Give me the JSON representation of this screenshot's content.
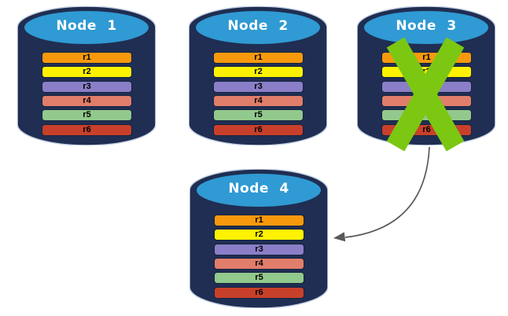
{
  "diagram": {
    "nodes": [
      {
        "label": "Node 1",
        "status": "active"
      },
      {
        "label": "Node 2",
        "status": "active"
      },
      {
        "label": "Node 3",
        "status": "failed"
      },
      {
        "label": "Node 4",
        "status": "active"
      }
    ],
    "records": [
      {
        "label": "r1",
        "color": "#F8990D"
      },
      {
        "label": "r2",
        "color": "#FEF200"
      },
      {
        "label": "r3",
        "color": "#8B7EC8"
      },
      {
        "label": "r4",
        "color": "#E07D6B"
      },
      {
        "label": "r5",
        "color": "#92C98C"
      },
      {
        "label": "r6",
        "color": "#C8402B"
      }
    ],
    "arrow": {
      "from": "Node 3",
      "to": "Node 4"
    },
    "colors": {
      "cylinder_body": "#1F2E52",
      "cylinder_top": "#2F9AD3",
      "cylinder_outline": "#C6D2E4",
      "record_border": "#17233F",
      "node_title_text": "#FFFFFF",
      "record_text": "#000000",
      "failure_x": "#7CC711",
      "arrow": "#595959",
      "background": "#FFFFFF"
    }
  }
}
